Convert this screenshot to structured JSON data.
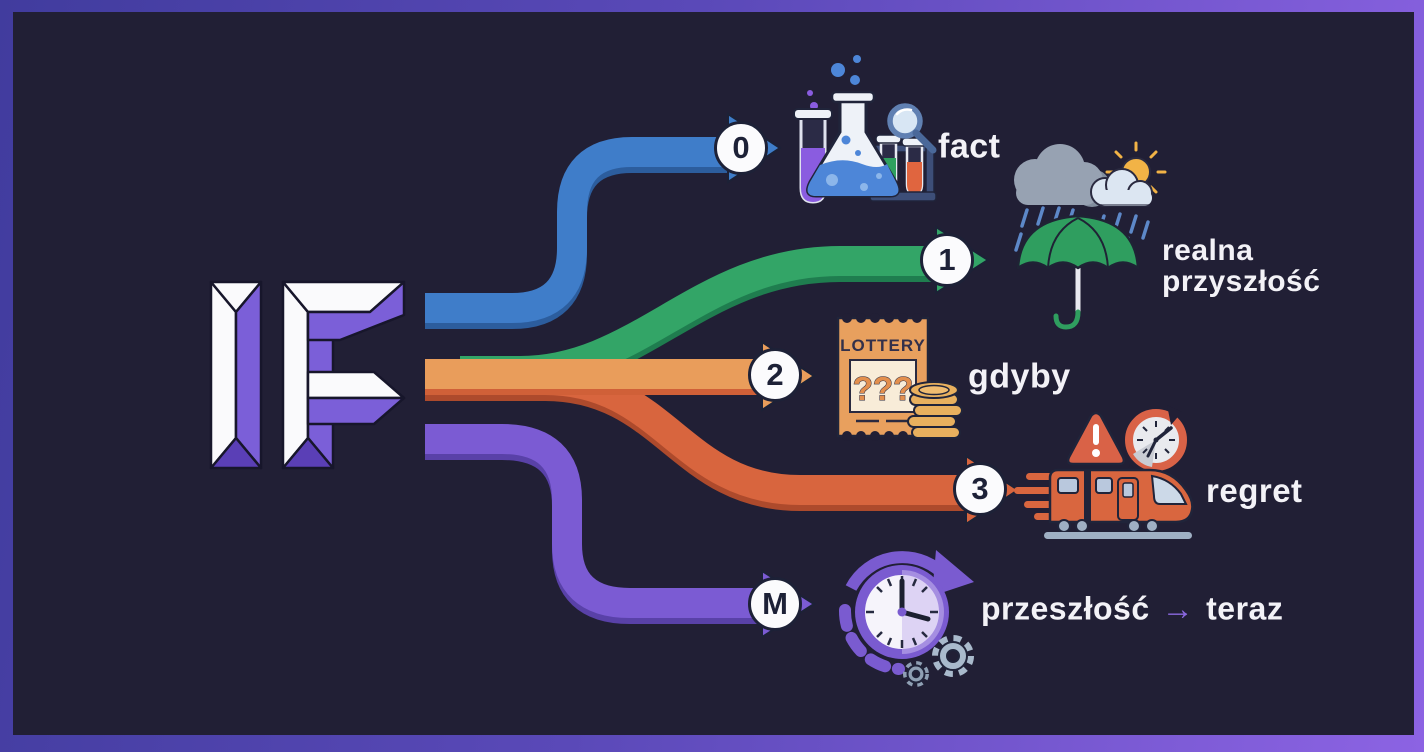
{
  "title": "IF",
  "theme": {
    "background": "#211f35",
    "frame_gradient_start": "#413c9e",
    "frame_gradient_end": "#8c63e3",
    "text_color": "#f3f2f7",
    "wordmark_white": "#fafafc",
    "wordmark_purple": "#7b5fd8"
  },
  "branches": [
    {
      "marker": "0",
      "label": "fact",
      "color": "#3f7dc9",
      "color_dark": "#2c5d9d",
      "icon": "science-experiment-icon"
    },
    {
      "marker": "1",
      "label": "realna przyszłość",
      "label_lines": [
        "realna",
        "przyszłość"
      ],
      "color": "#33a567",
      "color_dark": "#1f7d4f",
      "icon": "rain-umbrella-icon"
    },
    {
      "marker": "2",
      "label": "gdyby",
      "color": "#e99d5b",
      "color_dark": "#d06038",
      "icon": "lottery-ticket-icon"
    },
    {
      "marker": "3",
      "label": "regret",
      "color": "#d8653e",
      "color_dark": "#ad4a2c",
      "icon": "missed-train-icon"
    },
    {
      "marker": "M",
      "label": "przeszłość → teraz",
      "label_parts": {
        "past": "przeszłość",
        "arrow": "→",
        "now": "teraz"
      },
      "color": "#7b5bd3",
      "color_dark": "#5941a8",
      "icon": "time-rewind-icon"
    }
  ],
  "icon_texts": {
    "lottery_title": "LOTTERY",
    "lottery_questions": "???"
  }
}
